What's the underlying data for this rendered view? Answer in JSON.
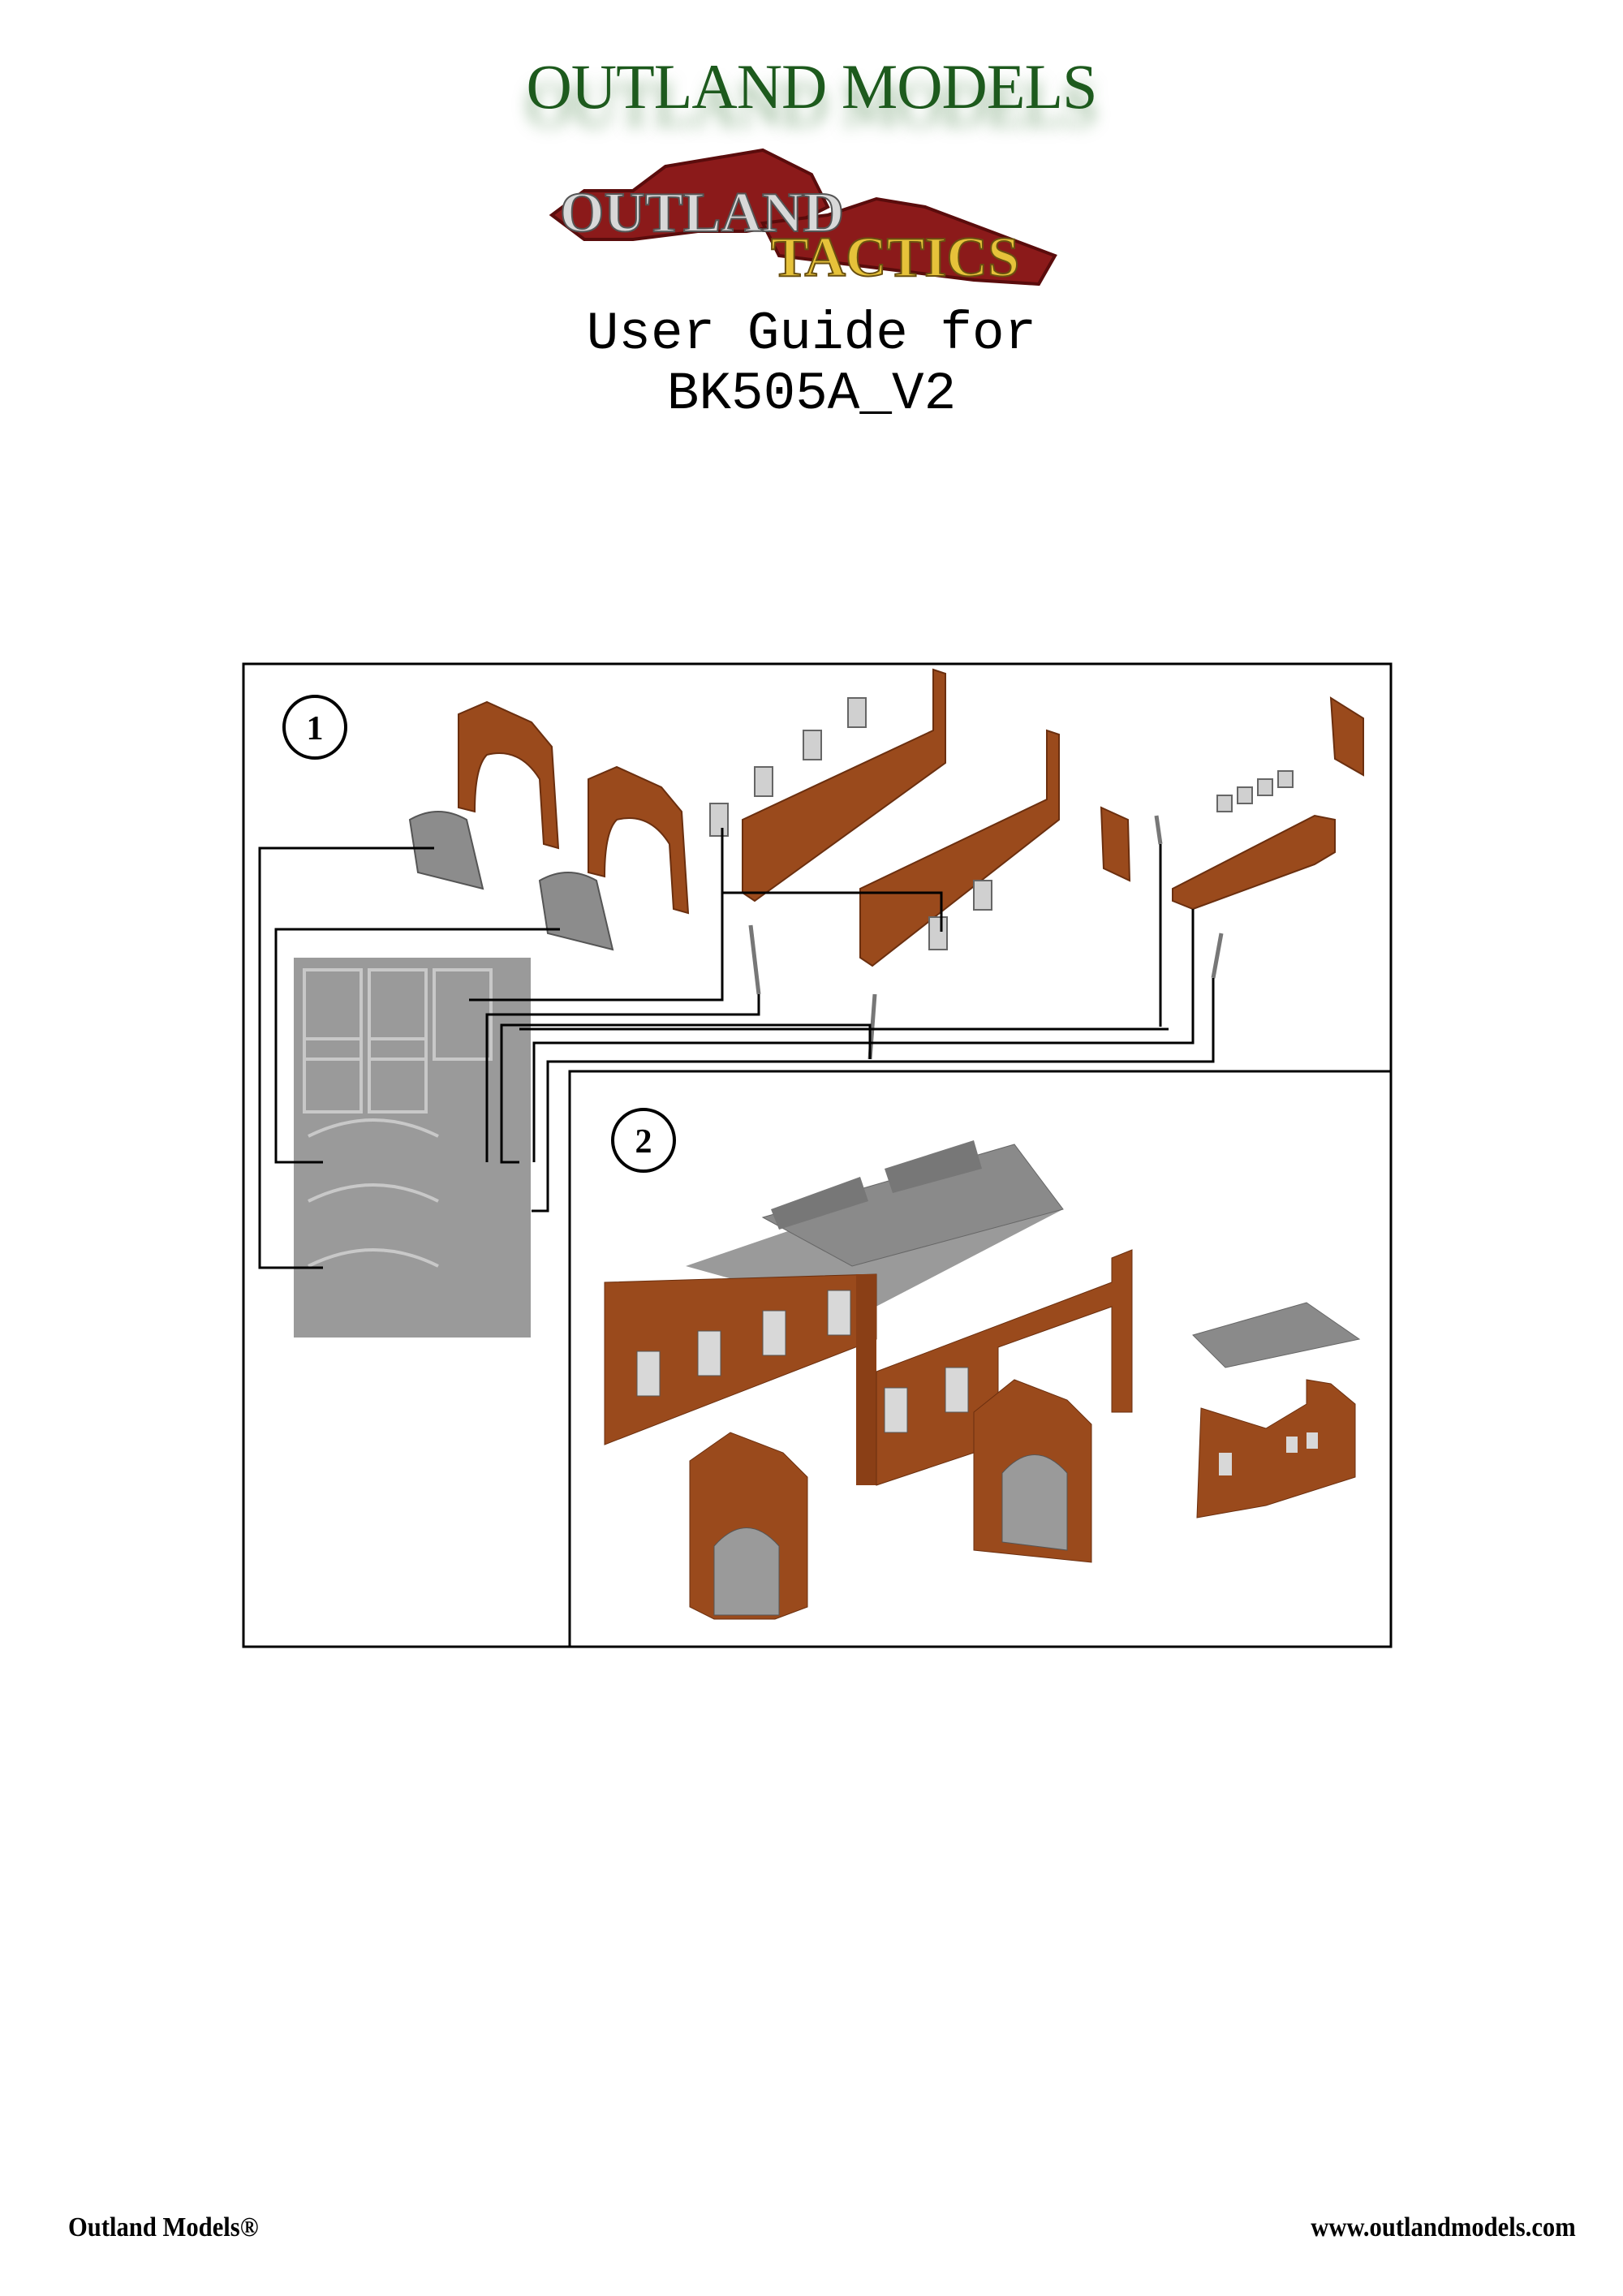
{
  "header": {
    "brand_logo_text": "OUTLAND MODELS",
    "sub_logo_text": "OUTLAND TACTICS",
    "title_line1": "User Guide for",
    "title_line2": "BK505A_V2"
  },
  "diagram": {
    "steps": [
      {
        "number": "1"
      },
      {
        "number": "2"
      }
    ],
    "colors": {
      "brick": "#9a4a1c",
      "grey_part": "#8c8c8c",
      "line": "#000000"
    }
  },
  "footer": {
    "left": "Outland Models®",
    "right": "www.outlandmodels.com"
  }
}
